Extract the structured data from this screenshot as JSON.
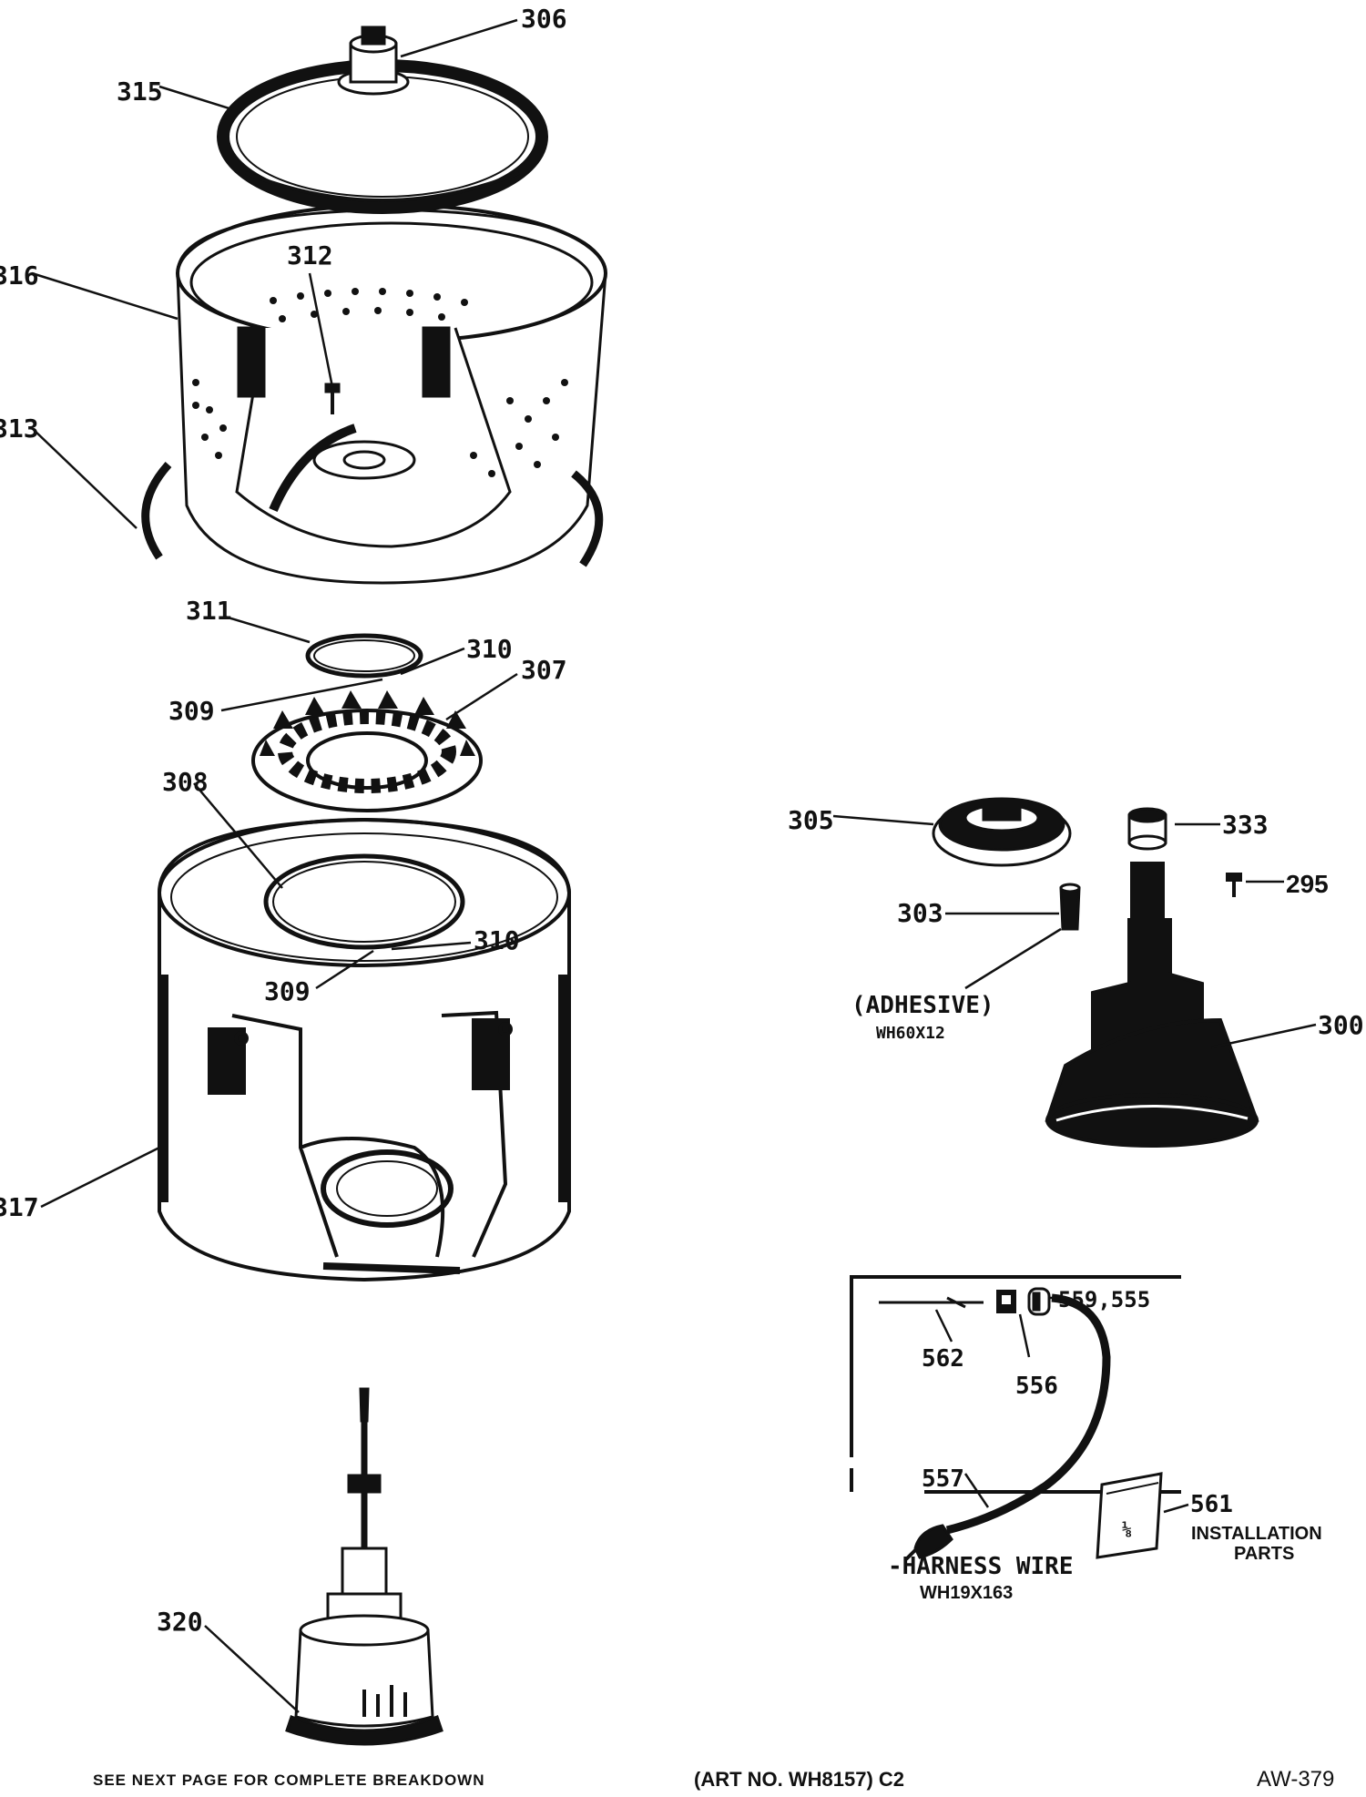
{
  "parts": {
    "p306": "306",
    "p315": "315",
    "p316": "316",
    "p312": "312",
    "p313": "313",
    "p311": "311",
    "p310_top": "310",
    "p307": "307",
    "p309_top": "309",
    "p308": "308",
    "p310_bot": "310",
    "p309_bot": "309",
    "p317": "317",
    "p320": "320",
    "p305": "305",
    "p333": "333",
    "p295": "295",
    "p303": "303",
    "p300": "300",
    "p559_555": "559,555",
    "p562": "562",
    "p556": "556",
    "p557": "557",
    "p561": "561"
  },
  "notes": {
    "adhesive": "(ADHESIVE)",
    "adhesive_part": "WH60X12",
    "installation_line1": "INSTALLATION",
    "installation_line2": "PARTS",
    "harness_wire": "-HARNESS WIRE",
    "harness_part": "WH19X163"
  },
  "footer": {
    "left": "SEE NEXT PAGE FOR COMPLETE BREAKDOWN",
    "center": "(ART NO. WH8157) C2",
    "right": "AW-379"
  },
  "icons": {
    "installation_bag": "installation-parts-bag-icon"
  }
}
